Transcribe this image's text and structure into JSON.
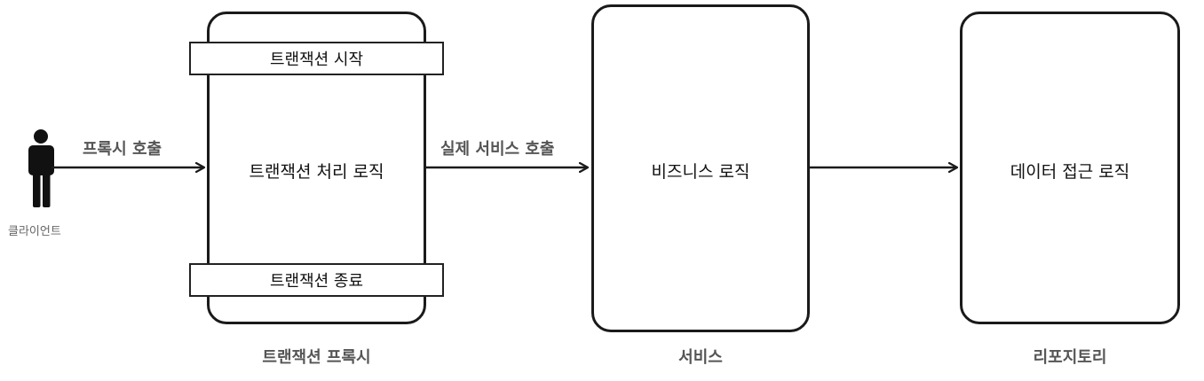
{
  "client": {
    "label": "클라이언트",
    "icon": "person-icon"
  },
  "edges": {
    "client_to_proxy": "프록시 호출",
    "proxy_to_service": "실제 서비스 호출"
  },
  "proxy": {
    "caption": "트랜잭션 프록시",
    "start_label": "트랜잭션 시작",
    "body_label": "트랜잭션 처리 로직",
    "end_label": "트랜잭션 종료"
  },
  "service": {
    "caption": "서비스",
    "body_label": "비즈니스 로직"
  },
  "repository": {
    "caption": "리포지토리",
    "body_label": "데이터 접근 로직"
  },
  "colors": {
    "stroke": "#1a1a1a",
    "caption": "#555555"
  }
}
